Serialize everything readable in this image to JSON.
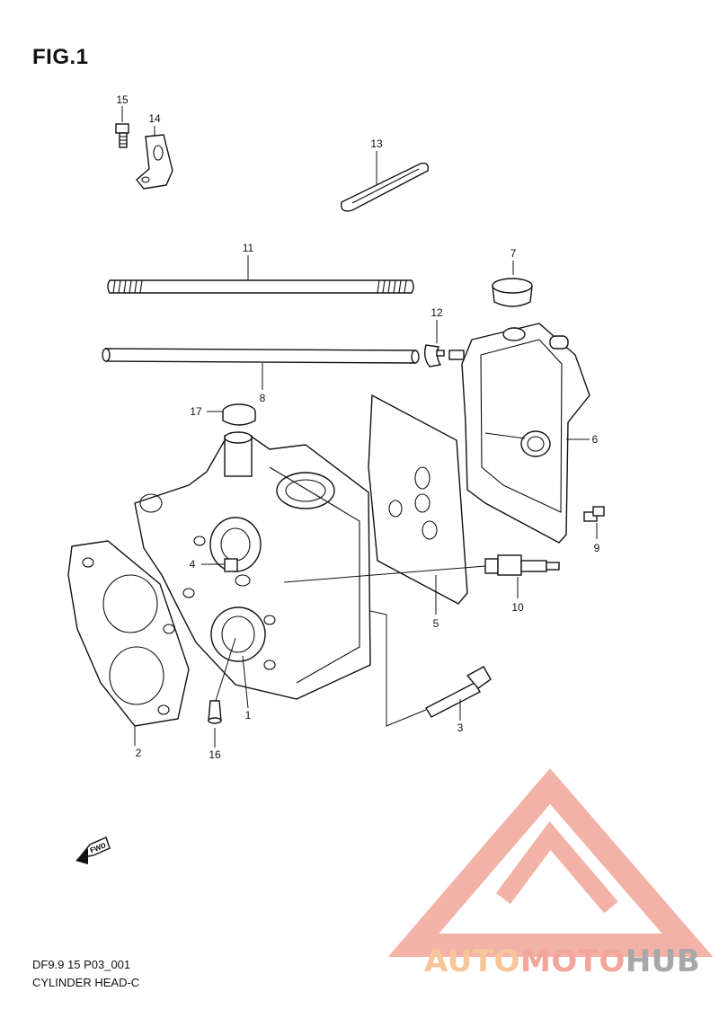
{
  "figure": {
    "title": "FIG.1",
    "code": "DF9.9 15 P03_001",
    "name": "CYLINDER HEAD-C",
    "fwd_label": "FWD"
  },
  "brand": {
    "part1": "AUTO",
    "part2": "MOTO",
    "part3": "HUB",
    "colors": {
      "auto": "#f6c59a",
      "moto": "#f2a59a",
      "hub": "#a8a8a8",
      "logo": "#f2a59a"
    }
  },
  "callouts": {
    "c1": "1",
    "c2": "2",
    "c3": "3",
    "c4": "4",
    "c5": "5",
    "c6": "6",
    "c7": "7",
    "c8": "8",
    "c9": "9",
    "c10": "10",
    "c11": "11",
    "c12": "12",
    "c13": "13",
    "c14": "14",
    "c15": "15",
    "c16": "16",
    "c17": "17"
  }
}
